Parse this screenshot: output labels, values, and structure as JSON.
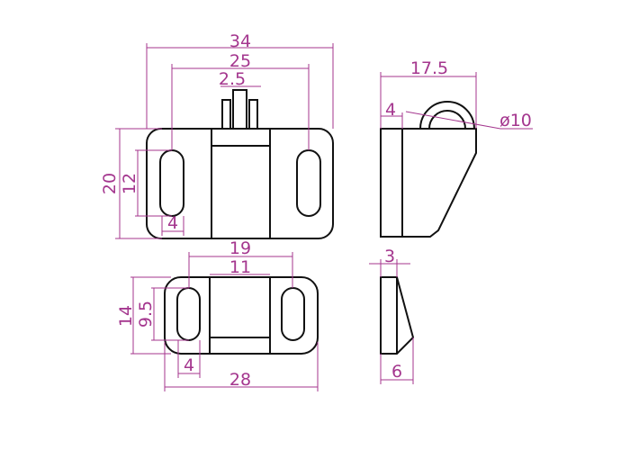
{
  "drawing": {
    "colors": {
      "part": "#111111",
      "dimension": "#a4368e"
    },
    "front_view": {
      "width": "34",
      "hole_spacing": "25",
      "tab_width": "2.5",
      "height": "20",
      "slot_length": "12",
      "slot_width": "4"
    },
    "side_view": {
      "depth": "17.5",
      "base_thickness": "4",
      "loop_diameter": "ø10"
    },
    "plate_view": {
      "hole_spacing": "19",
      "center_width": "11",
      "height": "14",
      "slot_length": "9.5",
      "slot_width": "4",
      "width": "28"
    },
    "plate_side_view": {
      "top_thickness": "3",
      "bottom_thickness": "6"
    }
  }
}
